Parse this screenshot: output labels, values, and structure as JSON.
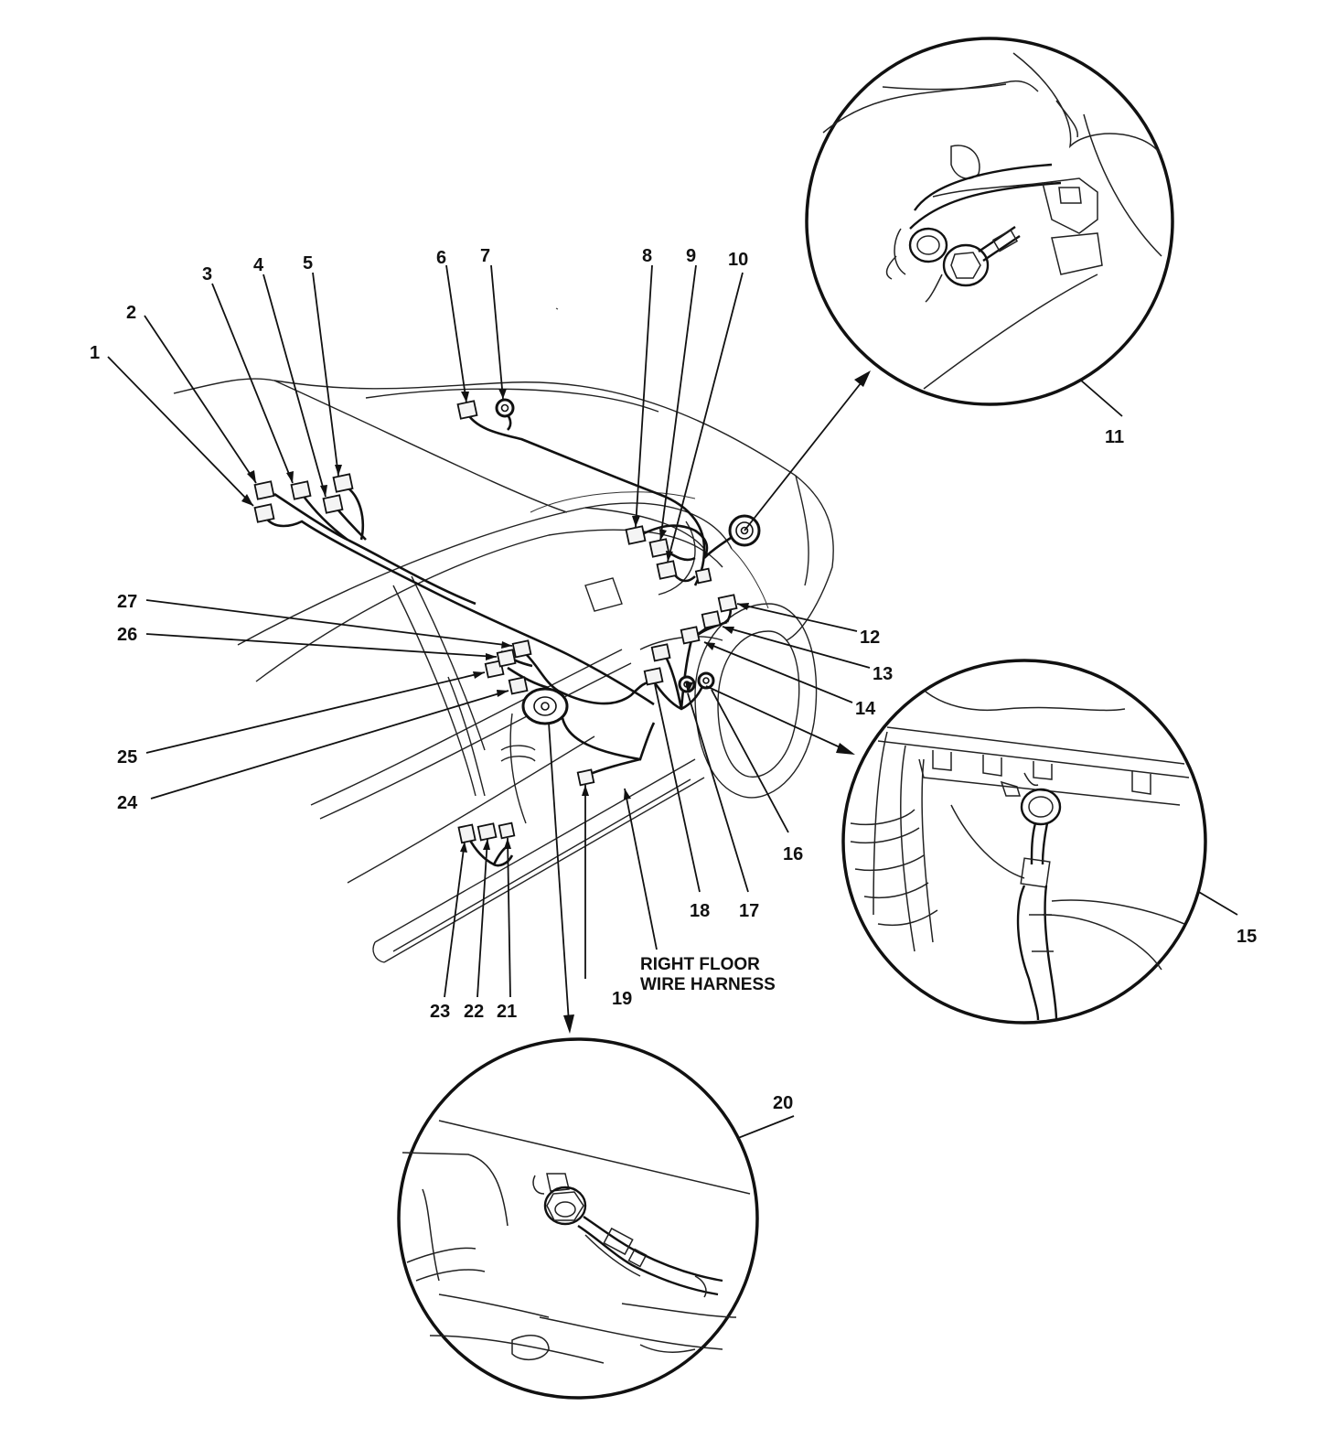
{
  "callout_labels": {
    "c1": "1",
    "c2": "2",
    "c3": "3",
    "c4": "4",
    "c5": "5",
    "c6": "6",
    "c7": "7",
    "c8": "8",
    "c9": "9",
    "c10": "10",
    "c11": "11",
    "c12": "12",
    "c13": "13",
    "c14": "14",
    "c15": "15",
    "c16": "16",
    "c17": "17",
    "c18": "18",
    "c19": "19",
    "c20": "20",
    "c21": "21",
    "c22": "22",
    "c23": "23",
    "c24": "24",
    "c25": "25",
    "c26": "26",
    "c27": "27"
  },
  "harness_label": {
    "line1": "RIGHT FLOOR",
    "line2": "WIRE HARNESS"
  },
  "colors": {
    "ink": "#111111",
    "paper": "#ffffff"
  }
}
